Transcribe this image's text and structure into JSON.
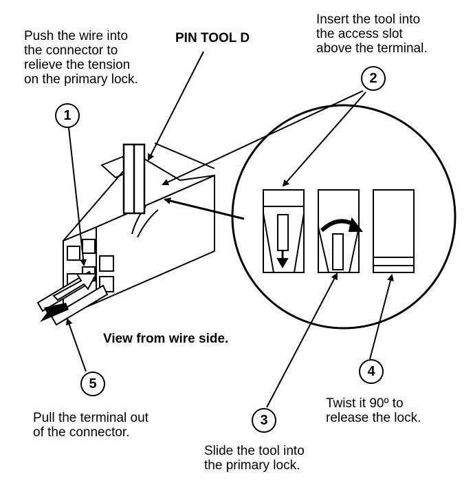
{
  "title": "PIN TOOL D",
  "caption": "View from wire side.",
  "callouts": {
    "step1": {
      "number": "1",
      "lines": [
        "Push the wire into",
        "the connector to",
        "relieve the tension",
        "on the primary lock."
      ]
    },
    "step2": {
      "number": "2",
      "lines": [
        "Insert the tool into",
        "the access slot",
        "above the terminal."
      ]
    },
    "step3": {
      "number": "3",
      "lines": [
        "Slide the tool into",
        "the primary lock."
      ]
    },
    "step4": {
      "number": "4",
      "lines": [
        "Twist it 90º to",
        "release the lock."
      ]
    },
    "step5": {
      "number": "5",
      "lines": [
        "Pull the terminal out",
        "of the connector."
      ]
    }
  }
}
